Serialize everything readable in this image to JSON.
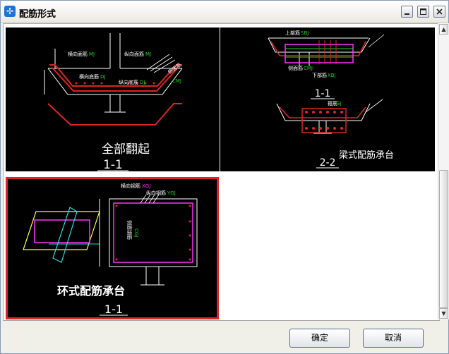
{
  "window": {
    "title": "配筋形式"
  },
  "tiles": [
    {
      "caption": "全部翻起",
      "section": "1-1",
      "labels": {
        "transverse_top": "横向面筋",
        "transverse_top_code": "MJ",
        "longitudinal_top": "纵向面筋",
        "longitudinal_top_code": "MJ",
        "transverse_bottom": "横向底筋",
        "transverse_bottom_code": "DJ",
        "longitudinal_bottom": "纵向底筋",
        "longitudinal_bottom_code": "DJ",
        "side": "侧面筋",
        "side_code": "CMJ"
      }
    },
    {
      "caption": "梁式配筋承台",
      "section_a": "1-1",
      "section_b": "2-2",
      "labels": {
        "top": "上部筋",
        "top_code": "SBJ",
        "side": "侧面筋",
        "side_code": "CMJ",
        "bottom": "下部筋",
        "bottom_code": "XBJ",
        "stirrup": "箍筋",
        "stirrup_code": "GJ"
      }
    },
    {
      "caption": "环式配筋承台",
      "section": "1-1",
      "selected": true,
      "labels": {
        "transverse": "横向钢筋",
        "transverse_code": "XGJ",
        "longitudinal": "纵向钢筋",
        "longitudinal_code": "YGJ",
        "ring": "侧面钢筋",
        "ring_code": "CGJ"
      }
    }
  ],
  "buttons": {
    "ok": "确定",
    "cancel": "取消"
  },
  "colors": {
    "selection": "#e02323",
    "rebar_red": "#e02323",
    "rebar_magenta": "#ff33ff",
    "rebar_green": "#22cc22",
    "outline_white": "#ffffff"
  }
}
